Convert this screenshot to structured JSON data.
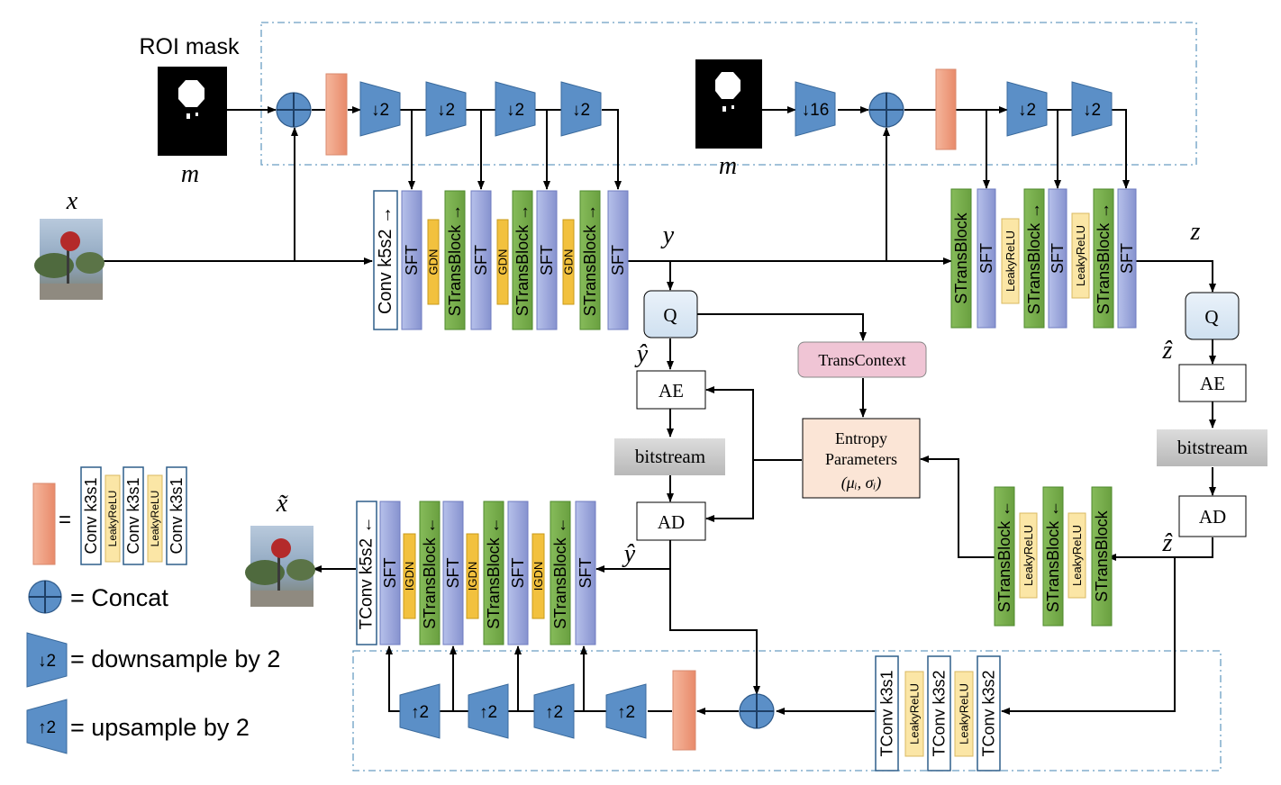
{
  "symbols": {
    "x": "x",
    "m": "m",
    "y": "y",
    "z": "z",
    "y_hat": "ŷ",
    "z_hat": "ẑ",
    "x_tilde": "x̃"
  },
  "labels": {
    "roi_mask": "ROI mask",
    "conv_k5s2": "Conv k5s2 →",
    "tconv_k5s2": "TConv k5s2 ←",
    "sft": "SFT",
    "gdn": "GDN",
    "igdn": "IGDN",
    "strans_down": "STransBlock →",
    "strans_up": "STransBlock ←",
    "strans": "STransBlock",
    "leaky": "LeakyReLU",
    "q": "Q",
    "ae": "AE",
    "ad": "AD",
    "bitstream": "bitstream",
    "trans_context": "TransContext",
    "entropy_1": "Entropy",
    "entropy_2": "Parameters",
    "entropy_3": "(μᵢ, σᵢ)",
    "down2": "↓2",
    "down16": "↓16",
    "up2": "↑2",
    "conv_k3s1": "Conv k3s1",
    "tconv_k3s1": "TConv k3s1",
    "tconv_k3s2": "TConv k3s2"
  },
  "legend": {
    "equals": "=",
    "concat": "= Concat",
    "down_text": "= downsample by 2",
    "up_text": "= upsample by 2"
  },
  "colors": {
    "sft": "#9aa6d9",
    "strans": "#76ab4c",
    "gdn": "#f2c13e",
    "leaky": "#fbe6a6",
    "trap": "#5b8fc7",
    "orange": "#ef9c7e",
    "q_fill": "#dde9f5",
    "trans_context": "#f0c5d5",
    "entropy": "#fbe5d6",
    "bitstream": "#c8c8c8",
    "dash": "#6a9ec2"
  }
}
